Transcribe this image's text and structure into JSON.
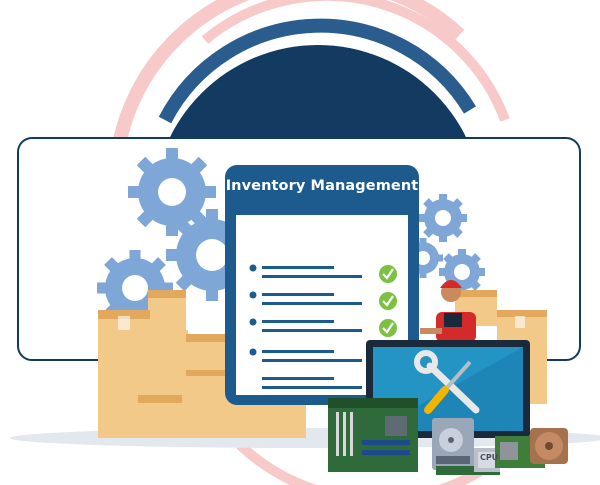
{
  "clipboard": {
    "title": "Inventory Management",
    "checklist_count": 3
  },
  "chip": {
    "label": "CPU"
  },
  "colors": {
    "navy": "#133a60",
    "blue_mid": "#1d5b8f",
    "gear": "#7ea6d6",
    "box": "#f3c98a",
    "box_dark": "#e2a85e",
    "check": "#7dc142",
    "arc_pink": "#f7c9c9",
    "monitor_screen": "#2494c4",
    "board_green": "#2f6b3a"
  },
  "icons": [
    "gear-icon",
    "check-icon",
    "wrench-icon",
    "screwdriver-icon",
    "hard-drive-icon",
    "cpu-chip-icon",
    "cooling-fan-icon",
    "motherboard-icon"
  ]
}
